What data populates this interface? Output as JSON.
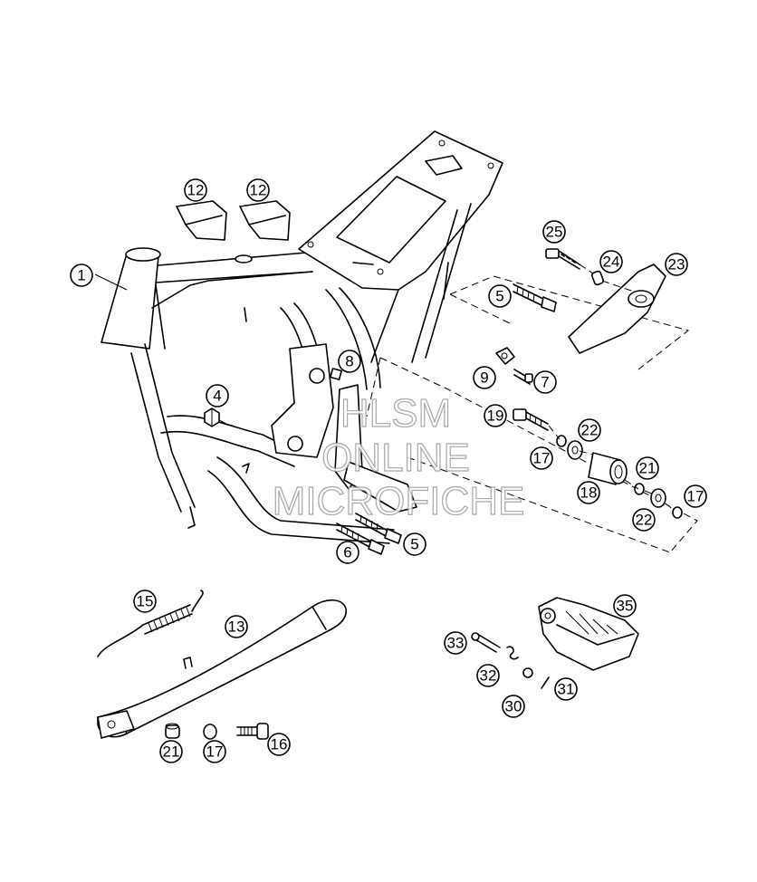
{
  "callouts": [
    {
      "label": "1"
    },
    {
      "label": "12"
    },
    {
      "label": "12"
    },
    {
      "label": "25"
    },
    {
      "label": "24"
    },
    {
      "label": "23"
    },
    {
      "label": "5"
    },
    {
      "label": "8"
    },
    {
      "label": "9"
    },
    {
      "label": "7"
    },
    {
      "label": "4"
    },
    {
      "label": "19"
    },
    {
      "label": "22"
    },
    {
      "label": "17"
    },
    {
      "label": "21"
    },
    {
      "label": "18"
    },
    {
      "label": "17"
    },
    {
      "label": "22"
    },
    {
      "label": "6"
    },
    {
      "label": "5"
    },
    {
      "label": "15"
    },
    {
      "label": "13"
    },
    {
      "label": "35"
    },
    {
      "label": "33"
    },
    {
      "label": "32"
    },
    {
      "label": "31"
    },
    {
      "label": "30"
    },
    {
      "label": "21"
    },
    {
      "label": "17"
    },
    {
      "label": "16"
    }
  ],
  "watermark": {
    "line1": "HLSM",
    "line2": "ONLINE",
    "line3": "MICROFICHE",
    "color": "#9a9a9a"
  }
}
